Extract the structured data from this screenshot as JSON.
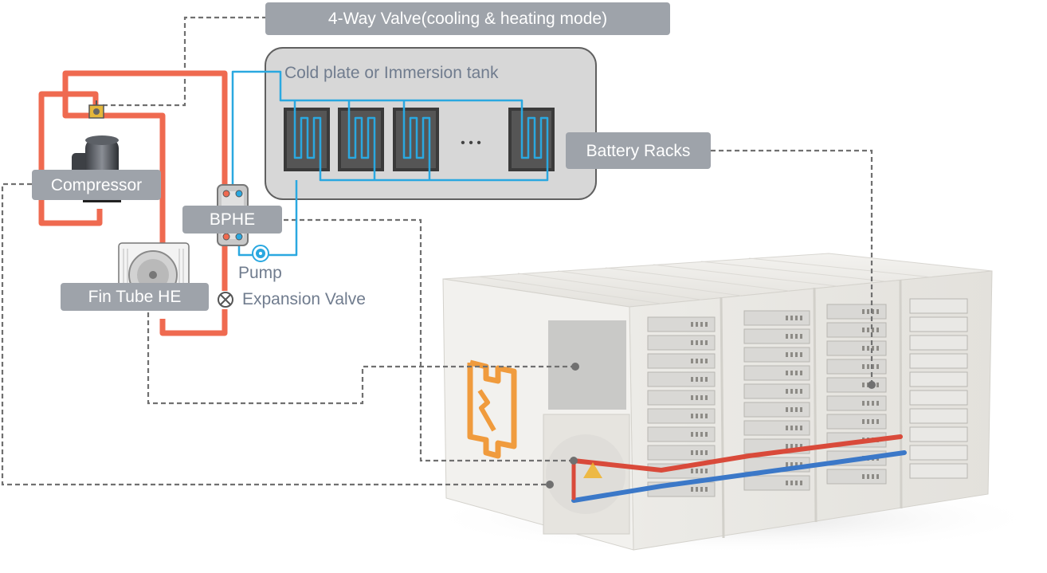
{
  "labels": {
    "four_way_valve": "4-Way Valve(cooling & heating mode)",
    "cold_plate": "Cold plate or Immersion tank",
    "battery_racks": "Battery Racks",
    "compressor": "Compressor",
    "bphe": "BPHE",
    "pump": "Pump",
    "fin_tube": "Fin Tube HE",
    "expansion_valve": "Expansion Valve",
    "ellipsis": "• • •"
  },
  "colors": {
    "refrigerant_loop": "#ef6a50",
    "coolant_loop": "#2aa8e0",
    "label_box": "#9ea3aa",
    "leader_line": "#707070",
    "tank_fill": "#d7d7d7",
    "plate_fill": "#3a3a3a",
    "container_body": "#eeece8",
    "container_logo": "#f0922a",
    "hot_pipe": "#d94a3a",
    "cold_pipe": "#3b78c8"
  },
  "icons": [
    "compressor-icon",
    "four-way-valve-icon",
    "bphe-icon",
    "pump-icon",
    "fan-icon",
    "expansion-valve-icon",
    "battery-rack-icon",
    "container-icon"
  ]
}
